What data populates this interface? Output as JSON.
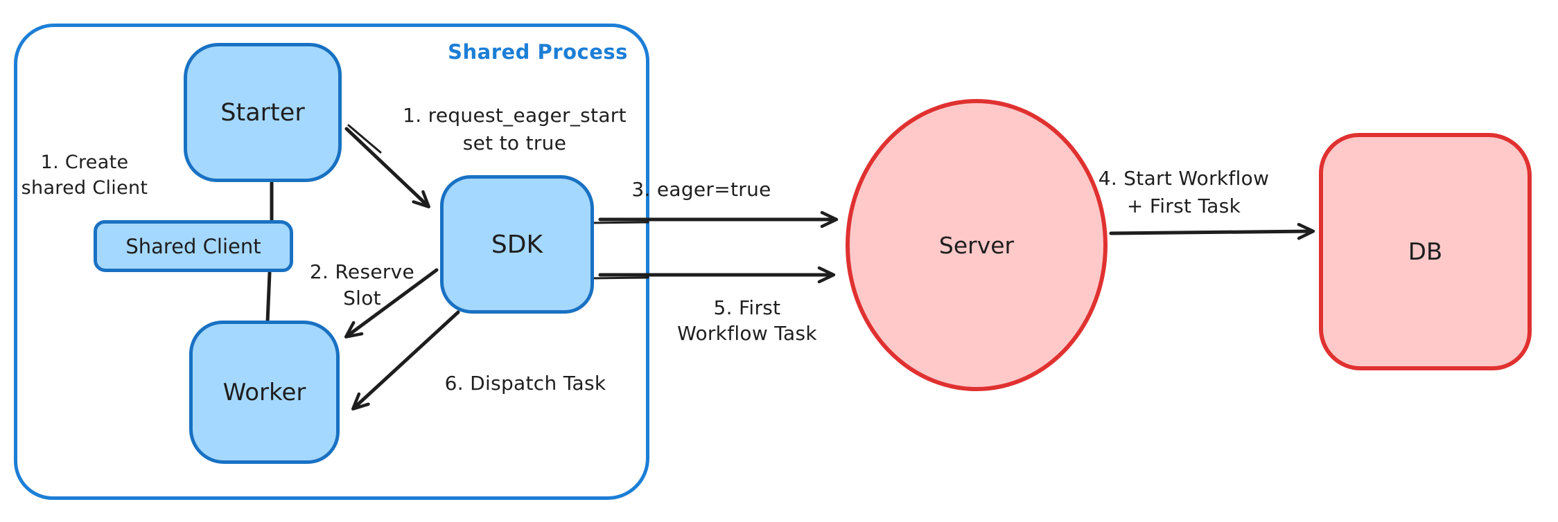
{
  "diagram": {
    "group_label": "Shared Process",
    "nodes": {
      "starter": {
        "label": "Starter"
      },
      "shared_client": {
        "label": "Shared Client"
      },
      "worker": {
        "label": "Worker"
      },
      "sdk": {
        "label": "SDK"
      },
      "server": {
        "label": "Server"
      },
      "db": {
        "label": "DB"
      }
    },
    "annotations": {
      "step1_create": {
        "line1": "1. Create",
        "line2": "shared Client"
      },
      "step1_request": {
        "line1": "1. request_eager_start",
        "line2": "set to true"
      },
      "step2_reserve": {
        "line1": "2. Reserve",
        "line2": "Slot"
      },
      "step3_eager": {
        "line1": "3. eager=true"
      },
      "step4_start": {
        "line1": "4. Start Workflow",
        "line2": "+ First Task"
      },
      "step5_first": {
        "line1": "5. First",
        "line2": "Workflow Task"
      },
      "step6_dispatch": {
        "line1": "6. Dispatch Task"
      }
    },
    "colors": {
      "blue_stroke": "#1971c2",
      "blue_fill": "#a5d8ff",
      "group_stroke": "#1c7ed6",
      "red_stroke": "#e03131",
      "red_fill": "#ffc9c9",
      "ink": "#1e1e1e"
    }
  }
}
